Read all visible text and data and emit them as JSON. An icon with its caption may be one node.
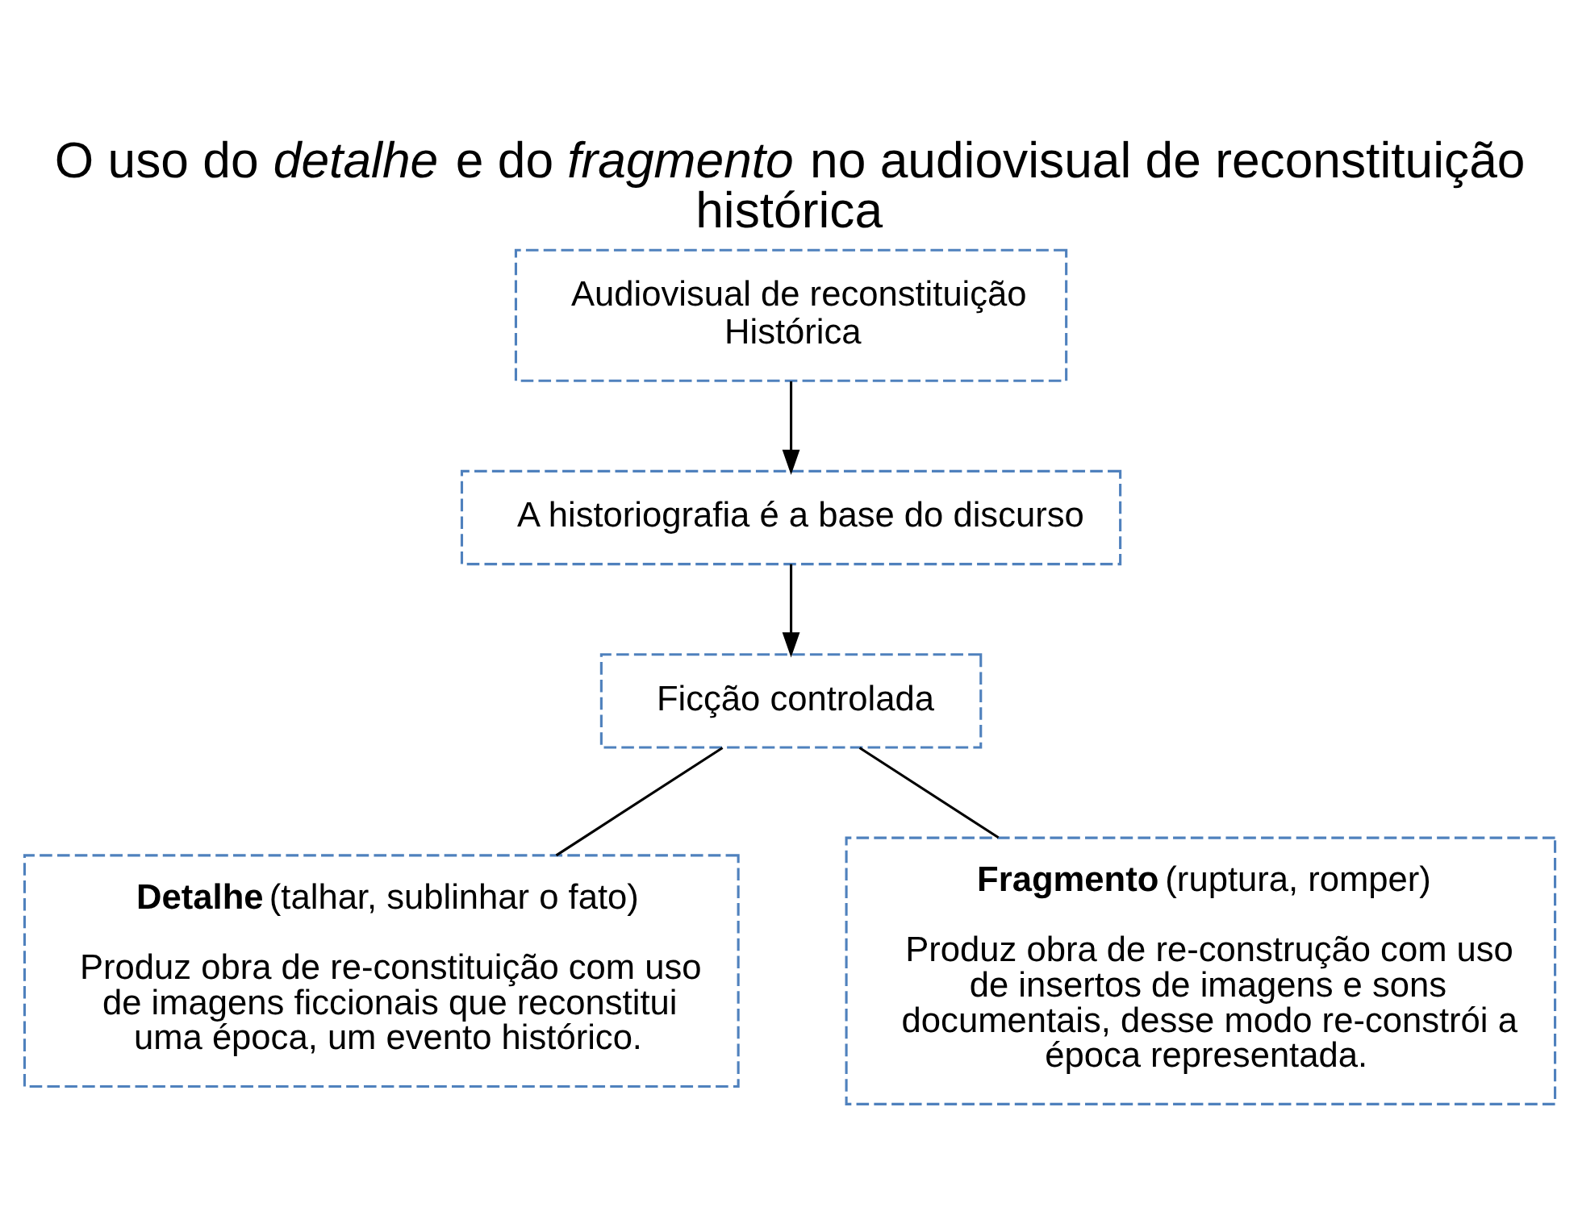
{
  "diagram": {
    "title": "O uso do *detalhe* e do *fragmento* no audiovisual de reconstituição histórica",
    "nodes": [
      {
        "text": [
          "Audiovisual de reconstituição Histórica"
        ]
      },
      {
        "text": [
          "A historiografia é a base do discurso"
        ]
      },
      {
        "text": [
          "Ficção controlada"
        ]
      },
      {
        "text": [
          "**Detalhe** (talhar, sublinhar o fato)",
          "Produz obra de re-constituição com uso de imagens ficcionais que reconstitui uma época, um evento histórico."
        ]
      },
      {
        "text": [
          "**Fragmento** (ruptura, romper)",
          "Produz obra de re-construção com uso de insertos de imagens e sons documentais, desse modo re-constrói a época representada."
        ]
      }
    ],
    "edges": [
      {
        "from": 0,
        "to": 1,
        "arrow": "to"
      },
      {
        "from": 1,
        "to": 2,
        "arrow": "to"
      },
      {
        "from": 2,
        "to": 3,
        "arrow": "none"
      },
      {
        "from": 2,
        "to": 4,
        "arrow": "none"
      }
    ]
  }
}
